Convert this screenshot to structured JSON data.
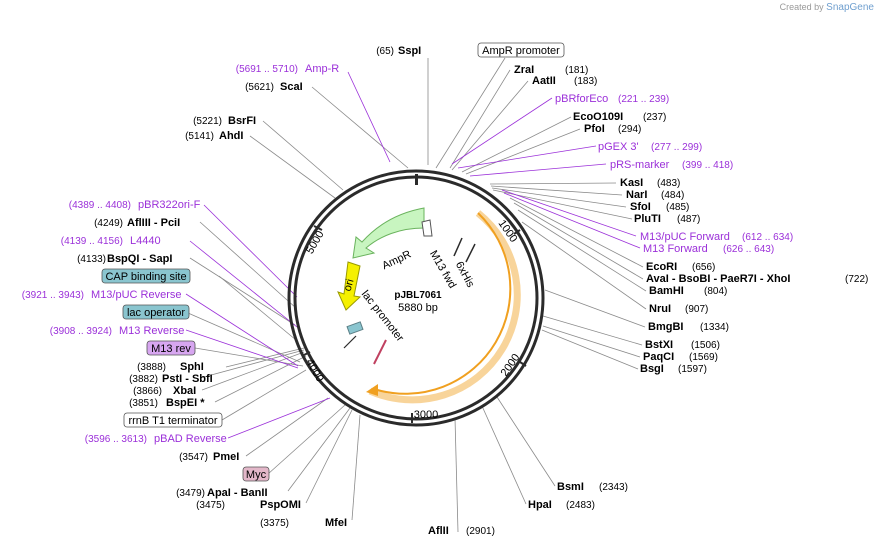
{
  "credit": {
    "prefix": "Created by",
    "brand": "SnapGene"
  },
  "plasmid": {
    "name": "pJBL7061",
    "size_label": "5880 bp",
    "length": 5880
  },
  "ticks": [
    "1000",
    "2000",
    "3000",
    "4000",
    "5000"
  ],
  "colors": {
    "backbone": "#2b2b2b",
    "enzyme_leader": "#8a8a8a",
    "feature_leader": "#9b30d9",
    "primer_text": "#9b30d9",
    "ampr_fill": "#c8f5c0",
    "ori_fill": "#f5f000",
    "orange_arc": "#f0a020",
    "blue_box": "#8ac5cf",
    "purple_box": "#d7a6f0",
    "pink_box": "#e3b7c9"
  },
  "enzymes_left": [
    {
      "pos": "(65)",
      "name": "SspI"
    },
    {
      "pos": "(5621)",
      "name": "ScaI"
    },
    {
      "pos": "(5221)",
      "name": "BsrFI"
    },
    {
      "pos": "(5141)",
      "name": "AhdI"
    },
    {
      "pos": "(4249)",
      "name": "AflIII  - PciI"
    },
    {
      "pos": "(4133)",
      "name": "BspQI   - SapI"
    },
    {
      "pos": "(3888)",
      "name": "SphI"
    },
    {
      "pos": "(3882)",
      "name": "PstI  - SbfI"
    },
    {
      "pos": "(3866)",
      "name": "XbaI"
    },
    {
      "pos": "(3851)",
      "name": "BspEI  *"
    },
    {
      "pos": "(3547)",
      "name": "PmeI"
    },
    {
      "pos": "(3479)",
      "name": "ApaI   - BanII"
    },
    {
      "pos": "(3475)",
      "name": "PspOMI"
    },
    {
      "pos": "(3375)",
      "name": "MfeI"
    }
  ],
  "enzymes_right": [
    {
      "name": "ZraI",
      "pos": "(181)"
    },
    {
      "name": "AatII",
      "pos": "(183)"
    },
    {
      "name": "EcoO109I",
      "pos": "(237)"
    },
    {
      "name": "PfoI",
      "pos": "(294)"
    },
    {
      "name": "KasI",
      "pos": "(483)"
    },
    {
      "name": "NarI",
      "pos": "(484)"
    },
    {
      "name": "SfoI",
      "pos": "(485)"
    },
    {
      "name": "PluTI",
      "pos": "(487)"
    },
    {
      "name": "EcoRI",
      "pos": "(656)"
    },
    {
      "name": "AvaI   - BsoBI   - PaeR7I   - XhoI",
      "pos": "(722)"
    },
    {
      "name": "BamHI",
      "pos": "(804)"
    },
    {
      "name": "NruI",
      "pos": "(907)"
    },
    {
      "name": "BmgBI",
      "pos": "(1334)"
    },
    {
      "name": "BstXI",
      "pos": "(1506)"
    },
    {
      "name": "PaqCI",
      "pos": "(1569)"
    },
    {
      "name": "BsgI",
      "pos": "(1597)"
    },
    {
      "name": "BsmI",
      "pos": "(2343)"
    },
    {
      "name": "HpaI",
      "pos": "(2483)"
    },
    {
      "name": "AflII",
      "pos": "(2901)"
    }
  ],
  "primers": [
    {
      "pos": "(5691 .. 5710)",
      "name": "Amp-R"
    },
    {
      "pos": "(4389 .. 4408)",
      "name": "pBR322ori-F"
    },
    {
      "pos": "(4139 .. 4156)",
      "name": "L4440"
    },
    {
      "pos": "(3921 .. 3943)",
      "name": "M13/pUC Reverse"
    },
    {
      "pos": "(3908 .. 3924)",
      "name": "M13 Reverse"
    },
    {
      "pos": "(3596 .. 3613)",
      "name": "pBAD Reverse"
    },
    {
      "name": "pBRforEco",
      "pos": "(221 .. 239)"
    },
    {
      "name": "pGEX 3'",
      "pos": "(277 .. 299)"
    },
    {
      "name": "pRS-marker",
      "pos": "(399 .. 418)"
    },
    {
      "name": "M13/pUC Forward",
      "pos": "(612 .. 634)"
    },
    {
      "name": "M13 Forward",
      "pos": "(626 .. 643)"
    }
  ],
  "boxed_labels": [
    {
      "name": "AmpR promoter"
    },
    {
      "name": "CAP binding site"
    },
    {
      "name": "lac operator"
    },
    {
      "name": "M13 rev"
    },
    {
      "name": "rrnB T1 terminator"
    },
    {
      "name": "Myc"
    }
  ],
  "inner_labels": {
    "ampr": "AmpR",
    "ori": "ori",
    "lac_promoter": "lac promoter",
    "m13_fwd": "M13 fwd",
    "his": "6xHis"
  }
}
